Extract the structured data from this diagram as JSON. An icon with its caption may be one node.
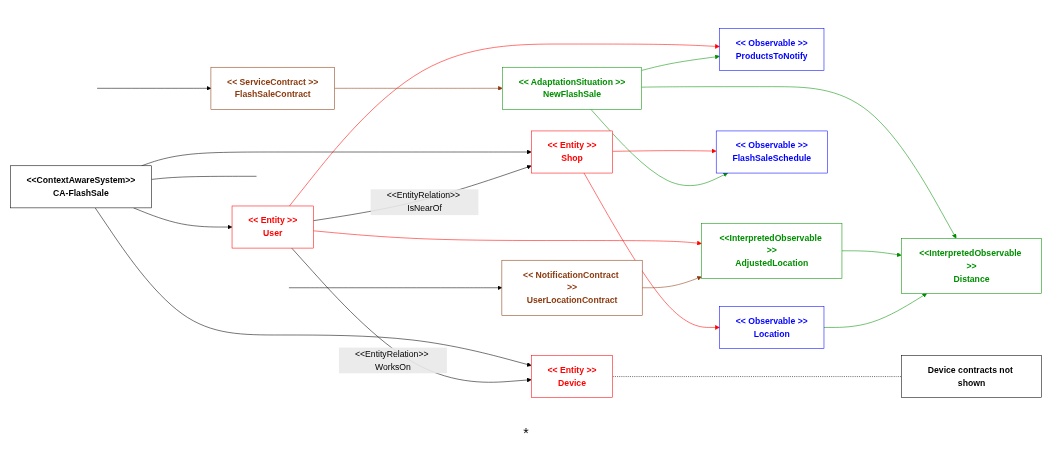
{
  "diagram": {
    "nodes": [
      {
        "text": [
          "<<ContextAwareSystem>>",
          "CA-FlashSale"
        ]
      },
      {
        "text": [
          "<< Entity >>",
          "Device"
        ]
      },
      {
        "text": [
          "Device contracts not shown"
        ]
      },
      {
        "text": [
          "<< Entity >>",
          "User"
        ]
      },
      {
        "text": [
          "<< Entity >>",
          "Shop"
        ]
      },
      {
        "text": [
          "<< Observable >>",
          "ProductsToNotify"
        ]
      },
      {
        "text": [
          "<<InterpretedObservable >>",
          "AdjustedLocation"
        ]
      },
      {
        "text": [
          "<<InterpretedObservable >>",
          "Distance"
        ]
      },
      {
        "text": [
          "<< Observable >>",
          "FlashSaleSchedule"
        ]
      },
      {
        "text": [
          "<< Observable >>",
          "Location"
        ]
      },
      {
        "text": [
          "<< AdaptationSituation >>",
          "NewFlashSale"
        ]
      },
      {
        "text": [
          "<< ServiceContract >>",
          "FlashSaleContract"
        ]
      },
      {
        "text": [
          "<< NotificationContract >>",
          "UserLocationContract"
        ]
      }
    ],
    "edges": [
      {
        "from": 0,
        "to": 1,
        "arrow": "to"
      },
      {
        "from": 0,
        "to": 3,
        "arrow": "to"
      },
      {
        "from": 0,
        "to": 4,
        "arrow": "to"
      },
      {
        "from": 0,
        "to": null,
        "arrow": "none"
      },
      {
        "from": 3,
        "to": 1,
        "arrow": "to",
        "label": "<<EntityRelation>> WorksOn"
      },
      {
        "from": 3,
        "to": 4,
        "arrow": "to",
        "label": "<<EntityRelation>> IsNearOf"
      },
      {
        "from": 1,
        "to": 2,
        "arrow": "none",
        "style": "dashed"
      },
      {
        "from": 3,
        "to": 5,
        "arrow": "to",
        "color": "#ff0000"
      },
      {
        "from": 3,
        "to": 6,
        "arrow": "to",
        "color": "#ff0000"
      },
      {
        "from": 4,
        "to": 8,
        "arrow": "to",
        "color": "#ff0000"
      },
      {
        "from": 4,
        "to": 9,
        "arrow": "to",
        "color": "#ff0000"
      },
      {
        "from": 10,
        "to": 5,
        "arrow": "to",
        "color": "#008f00"
      },
      {
        "from": 10,
        "to": 7,
        "arrow": "to",
        "color": "#008f00"
      },
      {
        "from": 10,
        "to": 8,
        "arrow": "to",
        "color": "#008f00"
      },
      {
        "from": 6,
        "to": 7,
        "arrow": "to",
        "color": "#008f00"
      },
      {
        "from": 9,
        "to": 7,
        "arrow": "to",
        "color": "#008f00"
      },
      {
        "from": 11,
        "to": 10,
        "arrow": "to",
        "color": "#8b3a0f"
      },
      {
        "from": 12,
        "to": 6,
        "arrow": "to",
        "color": "#8b3a0f"
      },
      {
        "from": null,
        "to": 11,
        "arrow": "to"
      },
      {
        "from": null,
        "to": 12,
        "arrow": "to"
      }
    ],
    "labels": [
      "*"
    ]
  }
}
